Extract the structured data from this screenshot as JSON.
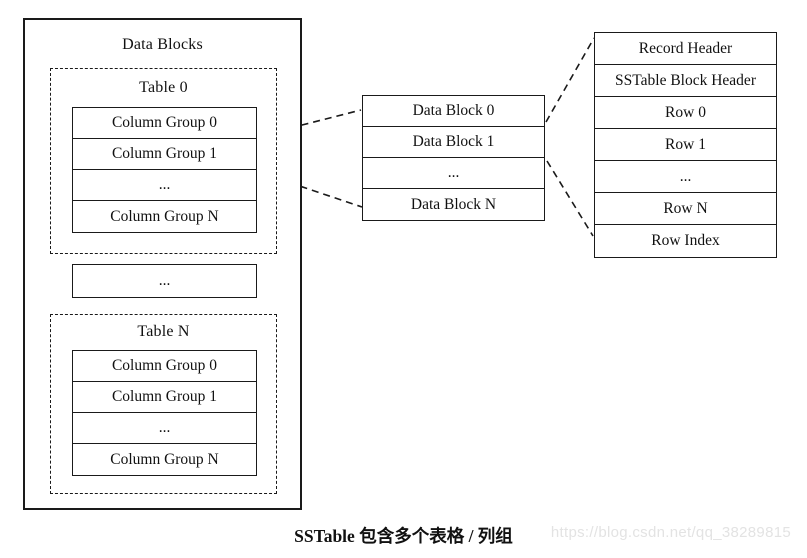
{
  "diagram": {
    "left_panel": {
      "title": "Data Blocks",
      "table0": {
        "title": "Table 0",
        "rows": [
          "Column Group 0",
          "Column Group 1",
          "...",
          "Column Group N"
        ]
      },
      "ellipsis": "...",
      "tableN": {
        "title": "Table N",
        "rows": [
          "Column Group 0",
          "Column Group 1",
          "...",
          "Column Group N"
        ]
      }
    },
    "data_block_list": {
      "rows": [
        "Data Block 0",
        "Data Block 1",
        "...",
        "Data Block N"
      ]
    },
    "sstable_block": {
      "rows": [
        "Record Header",
        "SSTable Block Header",
        "Row 0",
        "Row 1",
        "...",
        "Row N",
        "Row Index"
      ]
    },
    "caption": "SSTable 包含多个表格 / 列组",
    "watermark": "https://blog.csdn.net/qq_38289815",
    "colors": {
      "line": "#1a1a1a",
      "background": "#ffffff",
      "watermark_gray": "#e3e3e3"
    }
  }
}
